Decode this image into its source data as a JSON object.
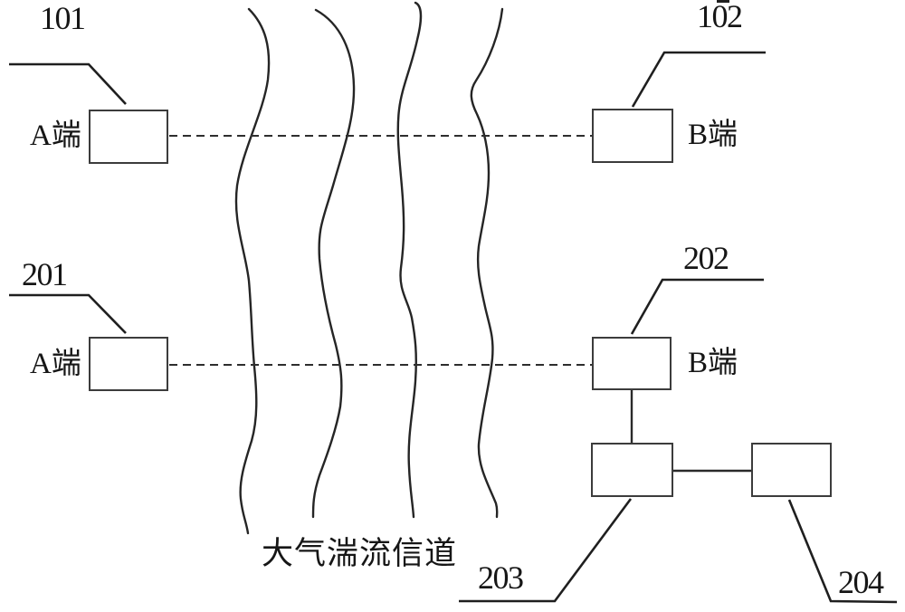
{
  "figure": {
    "channel_label": "大气湍流信道",
    "refs": {
      "r101": "101",
      "r102": "102",
      "r201": "201",
      "r202": "202",
      "r203": "203",
      "r204": "204"
    },
    "terminals": {
      "a_top": "A端",
      "b_top": "B端",
      "a_bottom": "A端",
      "b_bottom": "B端"
    },
    "colors": {
      "background": "#ffffff",
      "line": "#1f1f1f"
    }
  }
}
